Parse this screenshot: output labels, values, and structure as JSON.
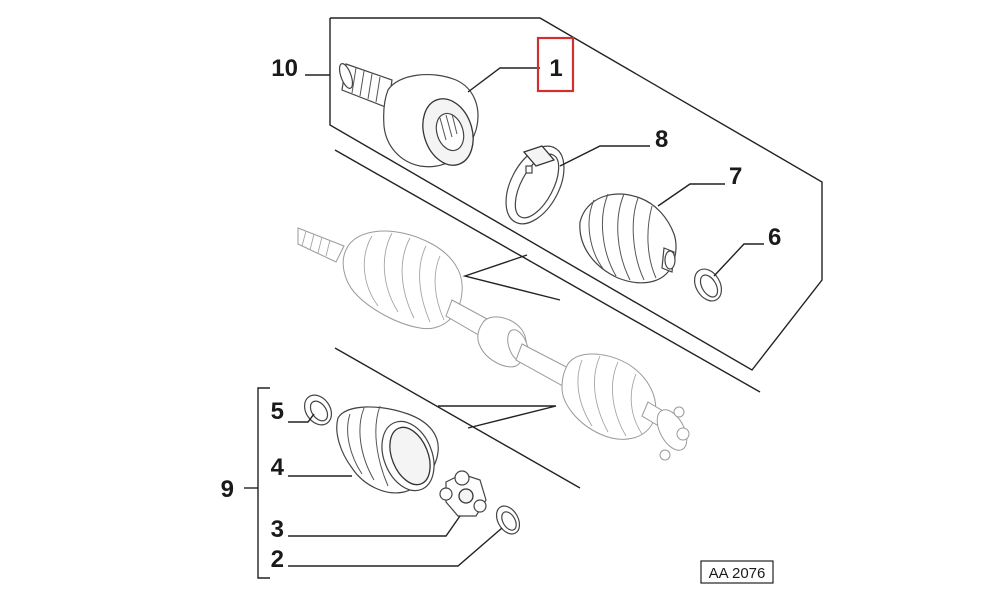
{
  "callouts": {
    "c1": "1",
    "c2": "2",
    "c3": "3",
    "c4": "4",
    "c5": "5",
    "c6": "6",
    "c7": "7",
    "c8": "8",
    "c9": "9",
    "c10": "10"
  },
  "highlight": {
    "label": "1",
    "color": "#d32f2f"
  },
  "reference_code": "AA 2076"
}
